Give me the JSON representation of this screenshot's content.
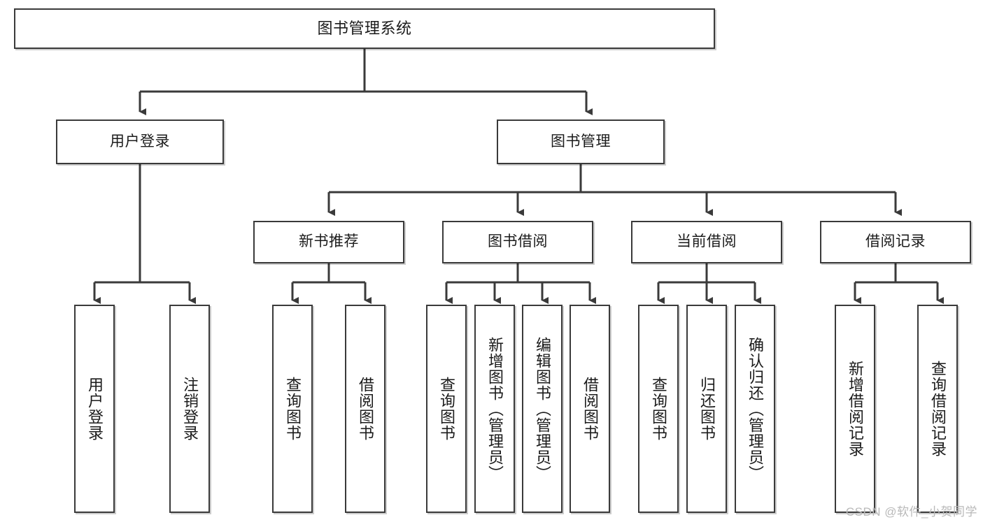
{
  "diagram": {
    "title": "图书管理系统",
    "type": "tree-hierarchy-diagram",
    "orientation": "top-down",
    "colors": {
      "box_border": "#3a3a3a",
      "box_fill": "#ffffff",
      "edge": "#3a3a3a",
      "text": "#1b1b1b",
      "watermark": "#b9b9b9"
    }
  },
  "root": {
    "label": "图书管理系统"
  },
  "level2": [
    {
      "label": "用户登录"
    },
    {
      "label": "图书管理"
    }
  ],
  "level3": [
    {
      "label": "新书推荐"
    },
    {
      "label": "图书借阅"
    },
    {
      "label": "当前借阅"
    },
    {
      "label": "借阅记录"
    }
  ],
  "leaves": {
    "user_login": [
      {
        "label": "用户登录"
      },
      {
        "label": "注销登录"
      }
    ],
    "new_book_recommend": [
      {
        "label": "查询图书"
      },
      {
        "label": "借阅图书"
      }
    ],
    "book_borrow": [
      {
        "label": "查询图书"
      },
      {
        "label": "新增图书（管理员）"
      },
      {
        "label": "编辑图书（管理员）"
      },
      {
        "label": "借阅图书"
      }
    ],
    "current_borrow": [
      {
        "label": "查询图书"
      },
      {
        "label": "归还图书"
      },
      {
        "label": "确认归还（管理员）"
      }
    ],
    "borrow_record": [
      {
        "label": "新增借阅记录"
      },
      {
        "label": "查询借阅记录"
      }
    ]
  },
  "watermark": {
    "text": "CSDN @软件_小贺同学"
  }
}
